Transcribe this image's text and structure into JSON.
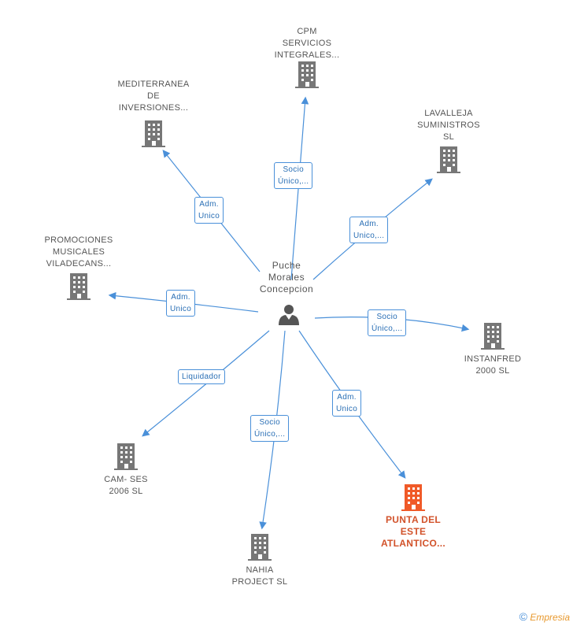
{
  "center": {
    "label": "Puche\nMorales\nConcepcion",
    "icon": "person-icon"
  },
  "companies": [
    {
      "id": "cpm",
      "label": "CPM\nSERVICIOS\nINTEGRALES...",
      "highlight": false,
      "icon": "building-icon"
    },
    {
      "id": "mediterranea",
      "label": "MEDITERRANEA\nDE\nINVERSIONES...",
      "highlight": false,
      "icon": "building-icon"
    },
    {
      "id": "lavalleja",
      "label": "LAVALLEJA\nSUMINISTROS\nSL",
      "highlight": false,
      "icon": "building-icon"
    },
    {
      "id": "promociones",
      "label": "PROMOCIONES\nMUSICALES\nVILADECANS...",
      "highlight": false,
      "icon": "building-icon"
    },
    {
      "id": "instanfred",
      "label": "INSTANFRED\n2000  SL",
      "highlight": false,
      "icon": "building-icon"
    },
    {
      "id": "camses",
      "label": "CAM- SES\n2006 SL",
      "highlight": false,
      "icon": "building-icon"
    },
    {
      "id": "nahia",
      "label": "NAHIA\nPROJECT  SL",
      "highlight": false,
      "icon": "building-icon"
    },
    {
      "id": "punta",
      "label": "PUNTA DEL\nESTE\nATLANTICO...",
      "highlight": true,
      "icon": "building-icon"
    }
  ],
  "relations": [
    {
      "target": "cpm",
      "label": "Socio\nÚnico,..."
    },
    {
      "target": "mediterranea",
      "label": "Adm.\nUnico"
    },
    {
      "target": "lavalleja",
      "label": "Adm.\nUnico,..."
    },
    {
      "target": "promociones",
      "label": "Adm.\nUnico"
    },
    {
      "target": "instanfred",
      "label": "Socio\nÚnico,..."
    },
    {
      "target": "camses",
      "label": "Liquidador"
    },
    {
      "target": "nahia",
      "label": "Socio\nÚnico,..."
    },
    {
      "target": "punta",
      "label": "Adm.\nUnico"
    }
  ],
  "colors": {
    "edge": "#4a90d9",
    "building": "#777777",
    "highlight": "#f05a28"
  },
  "brand": {
    "copyright": "©",
    "name": "Empresia"
  }
}
